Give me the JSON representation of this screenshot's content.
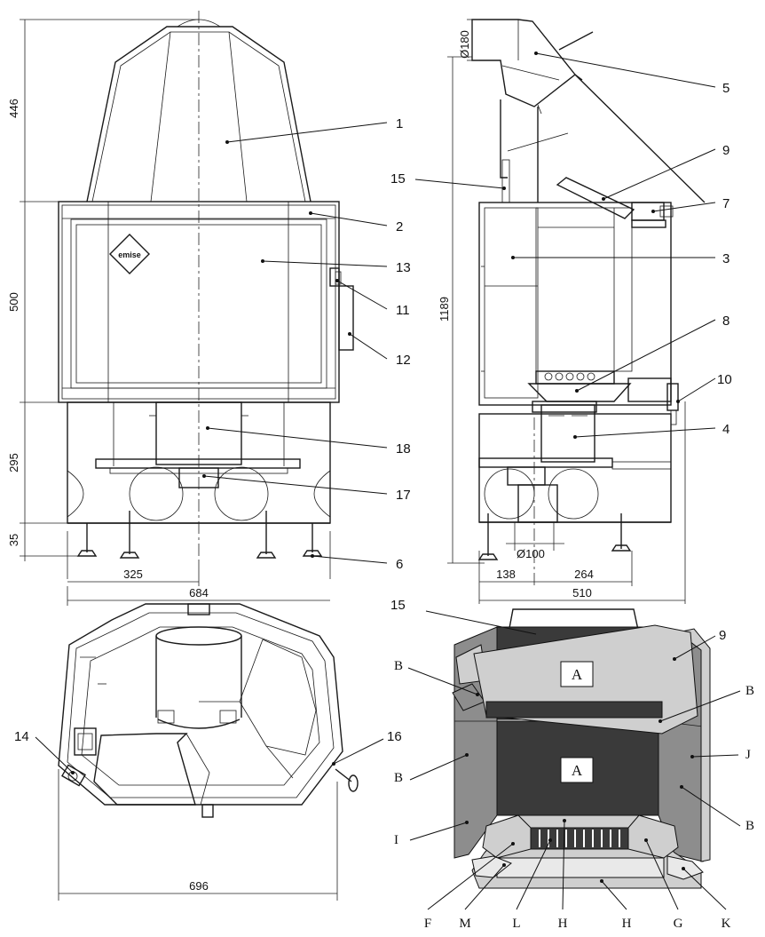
{
  "front_view": {
    "dimensions": {
      "hood_height": "446",
      "body_height": "500",
      "base_height": "295",
      "feet_height": "35",
      "half_width": "325",
      "width": "684"
    },
    "labels": {
      "hood": "1",
      "frame": "2",
      "glass": "13",
      "handle_pivot": "11",
      "handle": "12",
      "duct": "18",
      "ash_drawer": "17",
      "foot": "6"
    },
    "logo_text": "emise"
  },
  "side_view": {
    "dimensions": {
      "flue_diameter": "Ø180",
      "total_height": "1189",
      "inlet_diameter": "Ø100",
      "depth_front": "138",
      "depth_rear": "264",
      "depth": "510"
    },
    "labels": {
      "flue": "5",
      "deflector": "9",
      "air_pipe": "15",
      "bracket": "7",
      "side_panel": "3",
      "grate": "8",
      "latch": "10",
      "ash_box": "4"
    }
  },
  "top_view": {
    "dimensions": {
      "width": "696"
    },
    "labels": {
      "left_knob": "14",
      "right_knob": "16"
    }
  },
  "firebox_view": {
    "labels": {
      "pipe": "15",
      "baffle": "9",
      "back_upper": "A",
      "back_lower": "A",
      "side_left_upper": "B",
      "side_right_upper": "B",
      "side_left_lower": "B",
      "side_right_lower": "B",
      "side_right_outer": "J",
      "side_left_outer": "I"
    },
    "bottom_labels": [
      "F",
      "M",
      "L",
      "H",
      "H",
      "G",
      "K"
    ]
  }
}
